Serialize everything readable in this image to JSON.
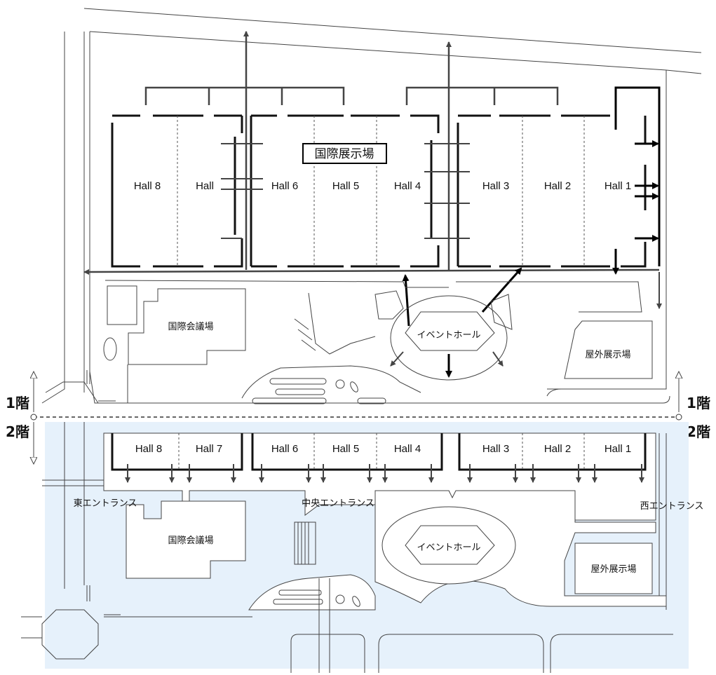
{
  "floors": {
    "floor1": "1階",
    "floor2": "2階"
  },
  "floor1": {
    "venue_label": "国際展示場",
    "halls": [
      "Hall 8",
      "Hall",
      "Hall 6",
      "Hall 5",
      "Hall 4",
      "Hall 3",
      "Hall 2",
      "Hall 1"
    ],
    "conference_center": "国際会議場",
    "event_hall": "イベントホール",
    "outdoor_exhibition": "屋外展示場"
  },
  "floor2": {
    "halls": [
      "Hall 8",
      "Hall 7",
      "Hall 6",
      "Hall 5",
      "Hall 4",
      "Hall 3",
      "Hall 2",
      "Hall 1"
    ],
    "east_entrance": "東エントランス",
    "central_entrance": "中央エントランス",
    "west_entrance": "西エントランス",
    "conference_center": "国際会議場",
    "event_hall": "イベントホール",
    "outdoor_exhibition": "屋外展示場"
  },
  "colors": {
    "floor2_background": "#e6f1fb",
    "line": "#333333",
    "arrow": "#444444"
  }
}
